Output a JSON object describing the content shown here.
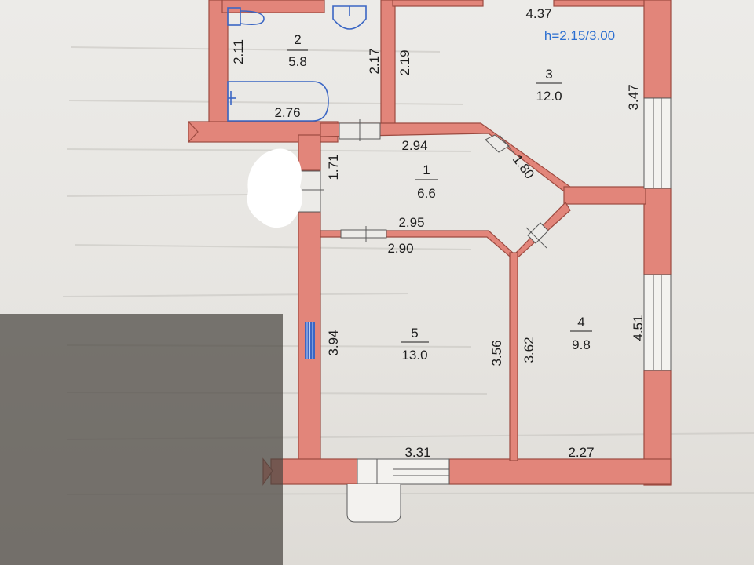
{
  "ceiling_height": "h=2.15/3.00",
  "rooms": [
    {
      "number": "1",
      "area": "6.6"
    },
    {
      "number": "2",
      "area": "5.8"
    },
    {
      "number": "3",
      "area": "12.0"
    },
    {
      "number": "4",
      "area": "9.8"
    },
    {
      "number": "5",
      "area": "13.0"
    }
  ],
  "dimensions": {
    "r3_top": "4.37",
    "r2_left": "2.11",
    "r2_right": "2.17",
    "r3_left": "2.19",
    "r2_bath": "2.76",
    "r3_right": "3.47",
    "r1_top": "2.94",
    "r1_left": "1.71",
    "r1_diag": "1.80",
    "r1_bottom": "2.95",
    "r5_top": "2.90",
    "r5_left": "3.94",
    "r5_right": "3.56",
    "r4_left": "3.62",
    "r4_right": "4.51",
    "r5_bottom": "3.31",
    "r4_bottom": "2.27"
  },
  "colors": {
    "wall": "#e2857a",
    "wall_outline": "#9c4a40",
    "fixture": "#3b66c4",
    "paper": "#ecebe8"
  },
  "icons": [
    "toilet-icon",
    "sink-icon",
    "bathtub-icon",
    "radiator-icon",
    "window-icon",
    "door-icon",
    "redaction-blot"
  ]
}
